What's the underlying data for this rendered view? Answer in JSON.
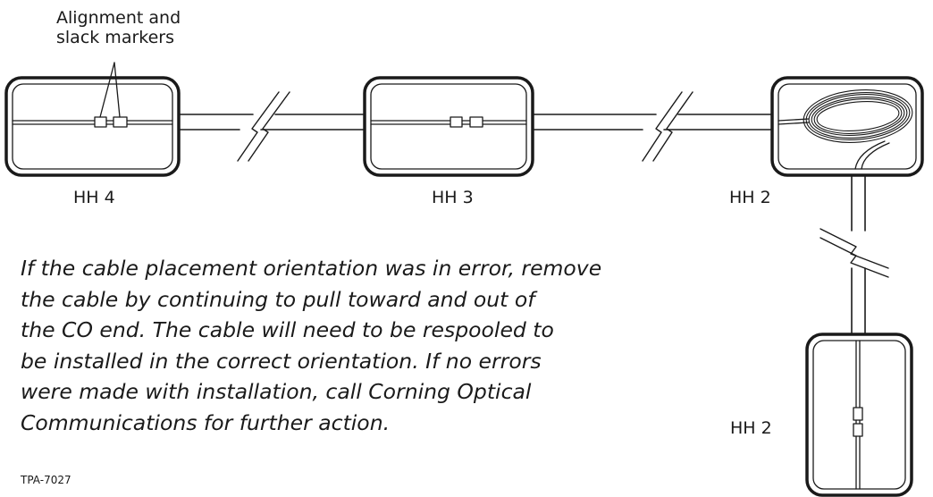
{
  "diagram": {
    "callout": {
      "line1": "Alignment and",
      "line2": "slack markers"
    },
    "handholes": {
      "hh4": "HH 4",
      "hh3": "HH 3",
      "hh2_top": "HH 2",
      "hh2_bottom": "HH 2"
    },
    "note": {
      "line1": "If the cable placement orientation was in error, remove",
      "line2": "the cable by continuing to pull toward and out of",
      "line3": "the CO end. The cable will need to be respooled to",
      "line4": "be installed in the correct orientation. If no errors",
      "line5": "were made with installation, call Corning Optical",
      "line6": "Communications for further action."
    },
    "figure_id": "TPA-7027"
  }
}
